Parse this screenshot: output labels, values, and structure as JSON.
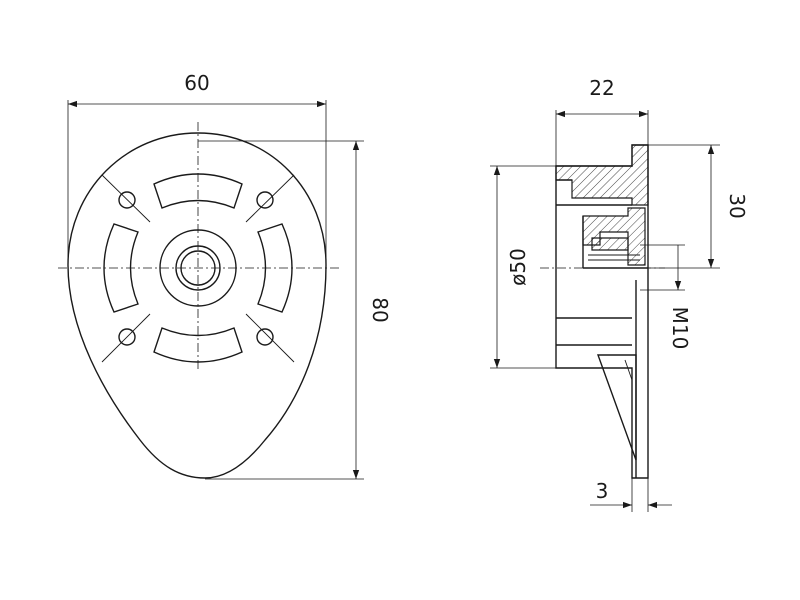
{
  "dimensions": {
    "width": "60",
    "height": "80",
    "depth": "22",
    "offset": "30",
    "diameter": "ø50",
    "thread": "M10",
    "thickness": "3"
  },
  "colors": {
    "line": "#1a1a1a",
    "background": "#ffffff"
  }
}
